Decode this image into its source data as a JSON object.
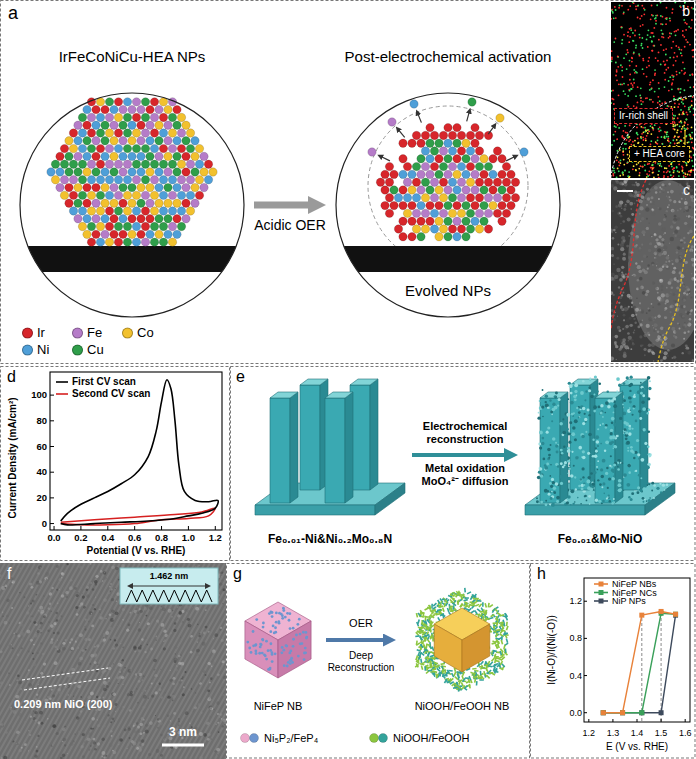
{
  "diagram": {
    "nodes": [
      {
        "text": [
          "IrFeCoNiCu-HEA NPs"
        ]
      },
      {
        "text": [
          "Post-electrochemical activation",
          "Evolved NPs"
        ]
      },
      {
        "text": [
          "Ir-rich shell"
        ]
      },
      {
        "text": [
          "+ HEA core"
        ]
      },
      {
        "text": [
          "Fe₀.₀₁-Ni&Ni₀.₂Mo₀.₈N"
        ]
      },
      {
        "text": [
          "Fe₀.₀₁&Mo-NiO"
        ]
      },
      {
        "text": [
          "NiFeP NB"
        ]
      },
      {
        "text": [
          "NiOOH/FeOOH NB"
        ]
      }
    ],
    "edges": [
      {
        "from": 0,
        "to": 1,
        "arrow": "to",
        "label": "Acidic OER"
      },
      {
        "from": 4,
        "to": 5,
        "arrow": "to",
        "label": "Electrochemical reconstruction"
      },
      {
        "from": 6,
        "to": 7,
        "arrow": "to",
        "label": "OER"
      }
    ],
    "labels": [
      "a",
      "b",
      "c",
      "d",
      "e",
      "f",
      "g",
      "h",
      "Metal oxidation MoO₄²⁻ diffusion",
      "Deep Reconstruction",
      "Current Density (mA/cm²)",
      "Potential (V vs. RHE)",
      "0.0",
      "0.2",
      "0.4",
      "0.6",
      "0.8",
      "1.0",
      "1.2",
      "0",
      "20",
      "40",
      "60",
      "80",
      "100",
      "1.462 nm",
      "0.209 nm NiO (200)",
      "3 nm",
      "I(Ni-O)/I(Ni(-O))",
      "E (V vs. RHE)",
      "1.2",
      "1.3",
      "1.4",
      "1.5",
      "1.6",
      "0.0",
      "0.4",
      "0.8",
      "1.2"
    ],
    "legend": [
      {
        "text": "Ir",
        "color": "#d7262b"
      },
      {
        "text": "Fe",
        "color": "#b57cc8"
      },
      {
        "text": "Co",
        "color": "#f2c12e"
      },
      {
        "text": "Ni",
        "color": "#4f9fd8"
      },
      {
        "text": "Cu",
        "color": "#2f9e4a"
      },
      {
        "text": "First CV scan"
      },
      {
        "text": "Second CV scan"
      },
      {
        "text": "Ni₅P₂/FeP₄"
      },
      {
        "text": "NiOOH/FeOOH"
      },
      {
        "text": "NiFeP NBs"
      },
      {
        "text": "NiFeP NCs"
      },
      {
        "text": "NiP NPs"
      }
    ]
  }
}
